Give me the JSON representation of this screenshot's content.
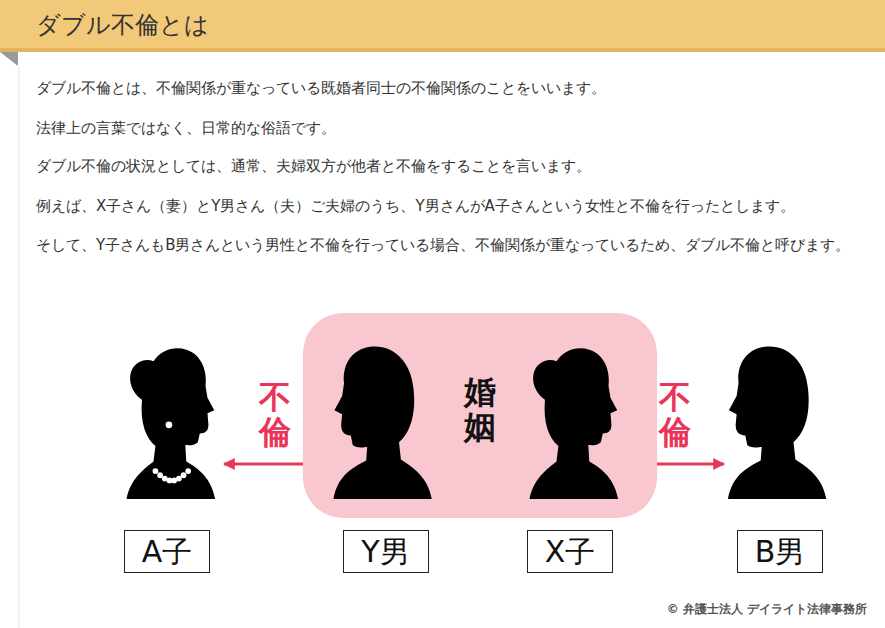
{
  "diagram": {
    "title": "ダブル不倫とは",
    "nodes": [
      {
        "text": [
          "A子"
        ]
      },
      {
        "text": [
          "婚姻"
        ]
      },
      {
        "text": [
          "Y男"
        ],
        "in": 1
      },
      {
        "text": [
          "X子"
        ],
        "in": 1
      },
      {
        "text": [
          "B男"
        ]
      }
    ],
    "edges": [
      {
        "from": 0,
        "to": 2,
        "arrow": "both",
        "label": "不倫"
      },
      {
        "from": 3,
        "to": 4,
        "arrow": "both",
        "label": "不倫"
      }
    ],
    "labels": [
      "ダブル不倫とは、不倫関係が重なっている既婚者同士の不倫関係のことをいいます。",
      "法律上の言葉ではなく、日常的な俗語です。",
      "ダブル不倫の状況としては、通常、夫婦双方が他者と不倫をすることを言います。",
      "例えば、X子さん（妻）とY男さん（夫）ご夫婦のうち、Y男さんがA子さんという女性と不倫を行ったとします。",
      "そして、Y子さんもB男さんという男性と不倫を行っている場合、不倫関係が重なっているため、ダブル不倫と呼びます。",
      "© 弁護士法人 デイライト法律事務所"
    ]
  }
}
